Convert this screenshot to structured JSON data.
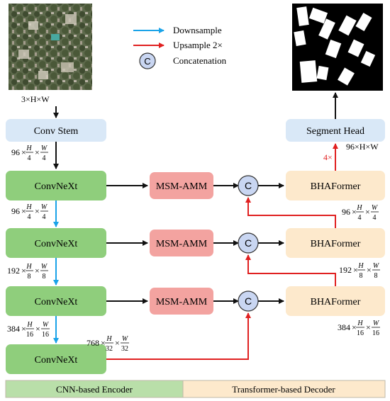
{
  "legend": {
    "downsample": "Downsample",
    "upsample": "Upsample 2×",
    "concat_symbol": "C",
    "concatenation": "Concatenation"
  },
  "colors": {
    "green": "#8fce7c",
    "green_light": "#b9dfa9",
    "blue_light": "#d9e8f7",
    "pink": "#f3a3a0",
    "peach": "#fde9cc",
    "concat_fill": "#c9d6f2",
    "arrow_blue": "#1aa3e8",
    "arrow_red": "#e02020",
    "arrow_black": "#111111"
  },
  "input_label": "3×H×W",
  "conv_stem": "Conv Stem",
  "stem_out": {
    "c": "96",
    "h": "H",
    "hd": "4",
    "w": "W",
    "wd": "4"
  },
  "encoder": {
    "stages": [
      "ConvNeXt",
      "ConvNeXt",
      "ConvNeXt",
      "ConvNeXt"
    ],
    "dims": [
      {
        "c": "96",
        "h": "H",
        "hd": "4",
        "w": "W",
        "wd": "4"
      },
      {
        "c": "192",
        "h": "H",
        "hd": "8",
        "w": "W",
        "wd": "8"
      },
      {
        "c": "384",
        "h": "H",
        "hd": "16",
        "w": "W",
        "wd": "16"
      },
      {
        "c": "768",
        "h": "H",
        "hd": "32",
        "w": "W",
        "wd": "32"
      }
    ]
  },
  "msm": [
    "MSM-AMM",
    "MSM-AMM",
    "MSM-AMM"
  ],
  "decoder": {
    "blocks": [
      "BHAFormer",
      "BHAFormer",
      "BHAFormer"
    ],
    "dims": [
      {
        "c": "96",
        "h": "H",
        "hd": "4",
        "w": "W",
        "wd": "4"
      },
      {
        "c": "192",
        "h": "H",
        "hd": "8",
        "w": "W",
        "wd": "8"
      },
      {
        "c": "384",
        "h": "H",
        "hd": "16",
        "w": "W",
        "wd": "16"
      }
    ]
  },
  "segment_head": "Segment Head",
  "head_upsample": "4×",
  "head_output": "96×H×W",
  "footer": {
    "encoder": "CNN-based Encoder",
    "decoder": "Transformer-based Decoder"
  }
}
